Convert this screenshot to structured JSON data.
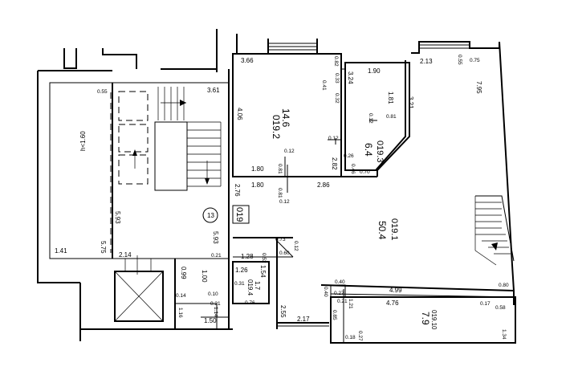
{
  "plan": {
    "stair_number": "13",
    "stair_code": "019",
    "ceiling_note": "h<1.60",
    "rooms": [
      {
        "code": "019.2",
        "area": "14.6"
      },
      {
        "code": "019.3",
        "area": "6.4"
      },
      {
        "code": "019.1",
        "area": "50.4"
      },
      {
        "code": "019.4",
        "area": "1.7"
      },
      {
        "code": "019.10",
        "area": "7.9"
      }
    ],
    "dims": [
      "3.66",
      "4.06",
      "1.80",
      "0.82",
      "0.33",
      "0.41",
      "0.32",
      "0.12",
      "0.12",
      "0.81",
      "0.26",
      "2.82",
      "1.80",
      "0.81",
      "0.12",
      "2.86",
      "2.76",
      "1.90",
      "3.24",
      "1.81",
      "3.21",
      "0.81",
      "0.12",
      "0.46",
      "0.70",
      "2.13",
      "0.55",
      "0.75",
      "7.95",
      "3.61",
      "0.55",
      "5.93",
      "5.75",
      "1.41",
      "2.14",
      "0.99",
      "1.00",
      "5.93",
      "0.21",
      "0.73",
      "0.60",
      "0.12",
      "0.52",
      "1.28",
      "1.26",
      "1.54",
      "0.31",
      "0.10",
      "0.76",
      "0.14",
      "0.21",
      "1.14",
      "1.16",
      "1.50",
      "2.55",
      "2.17",
      "0.85",
      "0.40",
      "0.40",
      "0.27",
      "0.21",
      "1.21",
      "4.99",
      "4.76",
      "0.80",
      "0.17",
      "0.58",
      "1.34",
      "0.18",
      "0.27"
    ]
  }
}
